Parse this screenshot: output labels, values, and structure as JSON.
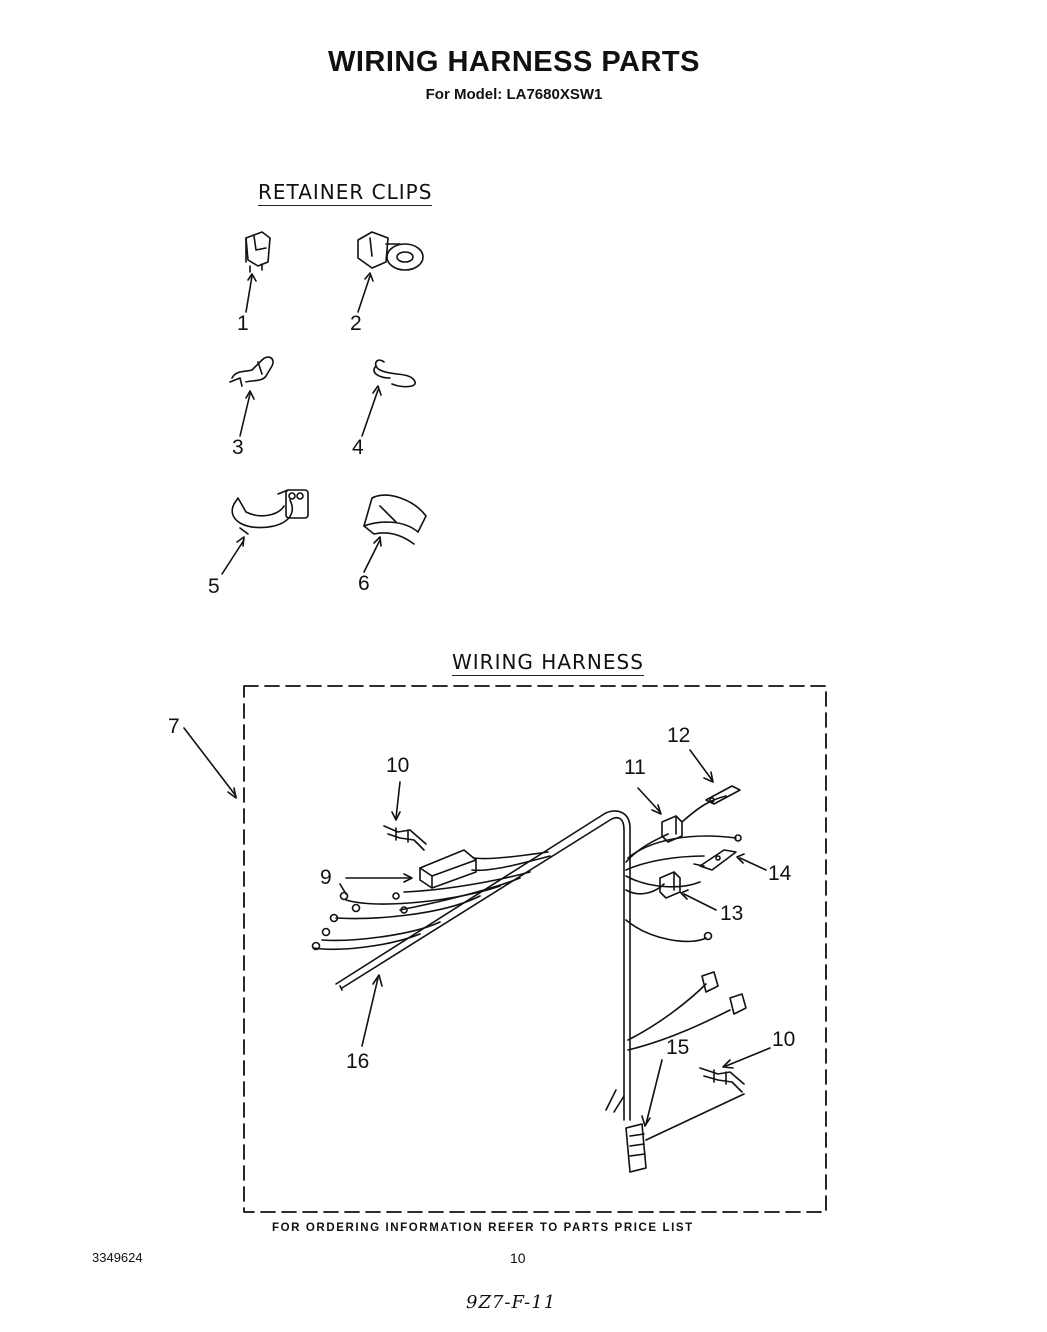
{
  "header": {
    "title": "WIRING HARNESS PARTS",
    "subtitle": "For Model: LA7680XSW1"
  },
  "sections": {
    "retainer_clips": "RETAINER CLIPS",
    "wiring_harness": "WIRING HARNESS"
  },
  "callouts": {
    "c1": "1",
    "c2": "2",
    "c3": "3",
    "c4": "4",
    "c5": "5",
    "c6": "6",
    "c7": "7",
    "c9": "9",
    "c10a": "10",
    "c10b": "10",
    "c11": "11",
    "c12": "12",
    "c13": "13",
    "c14": "14",
    "c15": "15",
    "c16": "16"
  },
  "footer": {
    "ordering_note": "FOR ORDERING INFORMATION REFER TO PARTS PRICE LIST",
    "doc_number": "3349624",
    "page_number": "10",
    "handwritten": "9Z7-F-11"
  }
}
